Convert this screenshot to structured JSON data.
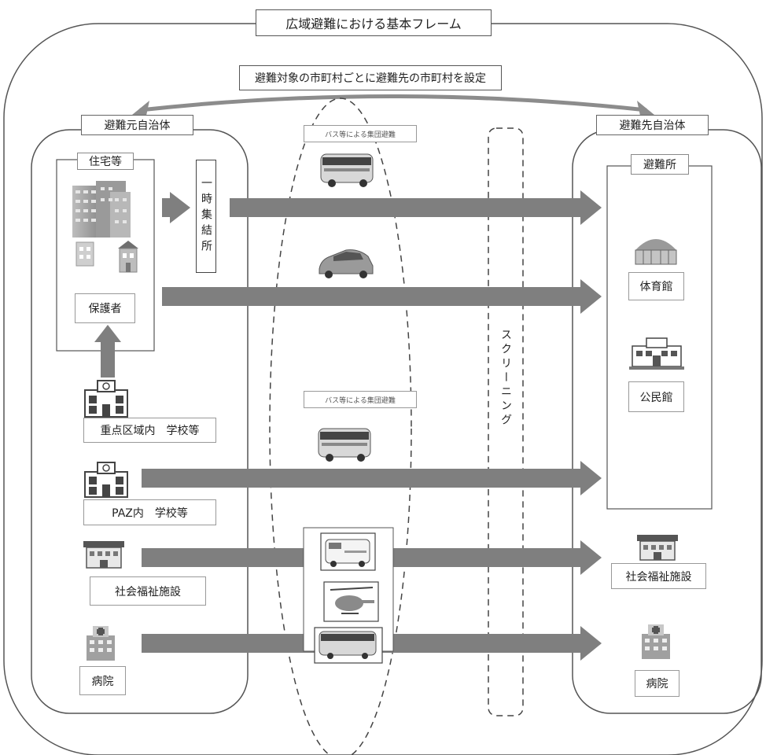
{
  "title": "広域避難における基本フレーム",
  "subtitle": "避難対象の市町村ごとに避難先の市町村を設定",
  "source_region": {
    "label": "避難元自治体",
    "housing": "住宅等",
    "guardian": "保護者",
    "assembly_point": "一時集結所",
    "school_priority": "重点区域内　学校等",
    "school_paz": "PAZ内　学校等",
    "welfare": "社会福祉施設",
    "hospital": "病院"
  },
  "transport": {
    "bus_label_1": "バス等による集団避難",
    "bus_label_2": "バス等による集団避難"
  },
  "screening": "スクリーニング",
  "dest_region": {
    "label": "避難先自治体",
    "shelter": "避難所",
    "gym": "体育館",
    "community_center": "公民館",
    "welfare": "社会福祉施設",
    "hospital": "病院"
  },
  "colors": {
    "arrow": "#7f7f7f",
    "border": "#555555",
    "icon": "#8a8a8a"
  }
}
